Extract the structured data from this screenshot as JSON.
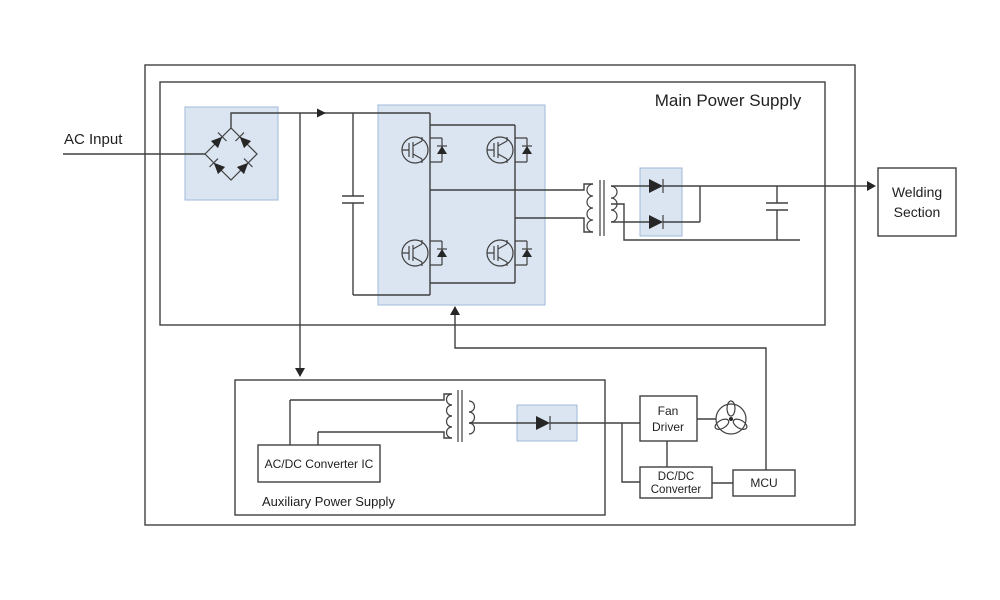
{
  "labels": {
    "ac_input": "AC Input",
    "main_power_supply": "Main Power Supply",
    "welding_line1": "Welding",
    "welding_line2": "Section",
    "acdc_ic": "AC/DC Converter IC",
    "aux_power_supply": "Auxiliary Power Supply",
    "fan_line1": "Fan",
    "fan_line2": "Driver",
    "dcdc_line1": "DC/DC",
    "dcdc_line2": "Converter",
    "mcu": "MCU"
  },
  "colors": {
    "highlight_fill": "#dbe5f1",
    "highlight_stroke": "#9cb9d9",
    "wire": "#404040",
    "text": "#1f1f1f",
    "background": "#ffffff"
  }
}
